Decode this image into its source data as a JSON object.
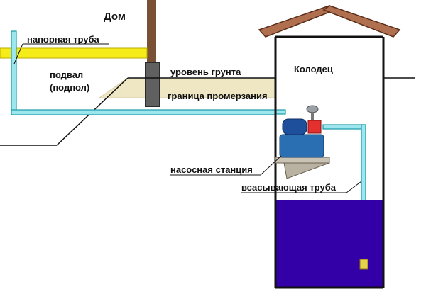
{
  "labels": {
    "house": "Дом",
    "pressure_pipe": "напорная труба",
    "basement": "подвал",
    "basement_sub": "(подпол)",
    "ground_level": "уровень грунта",
    "well": "Колодец",
    "frost_line": "граница промерзания",
    "pump_station": "насосная станция",
    "suction_pipe": "всасывающая труба"
  },
  "colors": {
    "pipe": "#9ee6ee",
    "pipe_outline": "#1a9aa8",
    "pressure_pipe": "#f6ec1a",
    "frozen_soil": "#efe6c4",
    "water": "#3300a8",
    "house_post": "#7a5134",
    "roof": "#b07050",
    "column": "#606060",
    "pump_body": "#2a6fb2",
    "pump_motor": "#1d4f9a",
    "pump_red": "#e53030",
    "pump_tank": "#9aa0a6",
    "filter": "#e8d24c"
  },
  "icons": {
    "pump": "pump-station-icon",
    "filter": "suction-filter-icon"
  }
}
